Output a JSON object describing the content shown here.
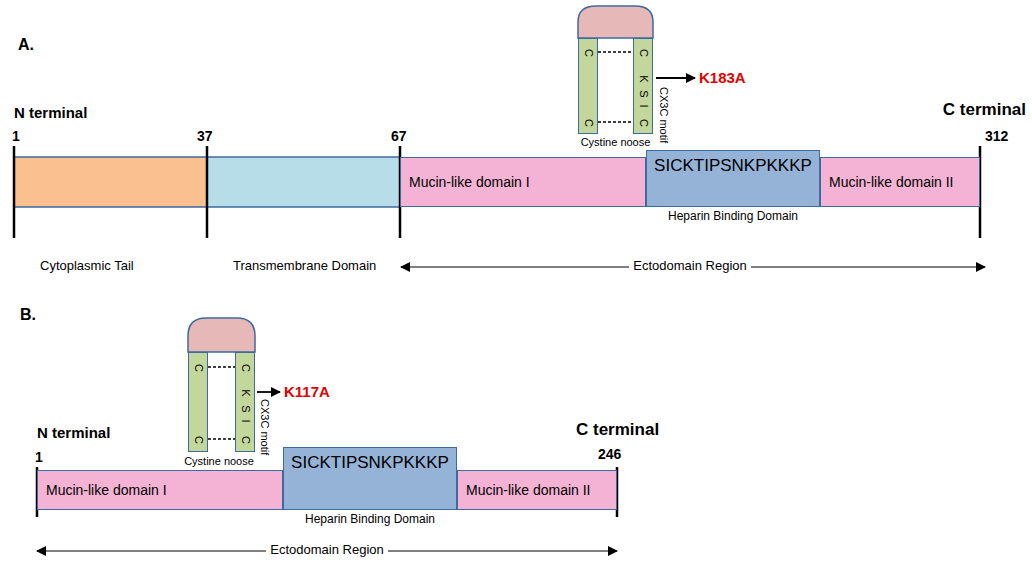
{
  "diagram": {
    "nodes": [
      {
        "text": [
          "C",
          "C"
        ]
      },
      {
        "text": [
          "C",
          "K",
          "S",
          "I",
          "C"
        ]
      },
      {
        "text": [
          "Mucin-like domain I"
        ]
      },
      {
        "text": [
          "SICKTIPSNKPKKKP",
          "Heparin Binding Domain"
        ]
      },
      {
        "text": [
          "Mucin-like domain II"
        ]
      },
      {
        "text": [
          "C",
          "C"
        ]
      },
      {
        "text": [
          "C",
          "K",
          "S",
          "I",
          "C"
        ]
      },
      {
        "text": [
          "Mucin-like domain I"
        ]
      },
      {
        "text": [
          "SICKTIPSNKPKKKP",
          "Heparin Binding Domain"
        ]
      },
      {
        "text": [
          "Mucin-like domain II"
        ]
      }
    ],
    "edges": [
      {
        "from": 0,
        "to": 1,
        "arrow": "none"
      },
      {
        "from": 0,
        "to": 1,
        "arrow": "none"
      },
      {
        "from": 5,
        "to": 6,
        "arrow": "none"
      },
      {
        "from": 5,
        "to": 6,
        "arrow": "none"
      }
    ],
    "labels": [
      "A.",
      "K183A",
      "CX3C motif",
      "Cystine noose",
      "N terminal",
      "1",
      "37",
      "67",
      "C terminal",
      "312",
      "Cytoplasmic Tail",
      "Transmembrane Domain",
      "Ectodomain Region",
      "B.",
      "K117A",
      "CX3C motif",
      "Cystine noose",
      "N terminal",
      "1",
      "C terminal",
      "246",
      "Ectodomain Region"
    ]
  }
}
